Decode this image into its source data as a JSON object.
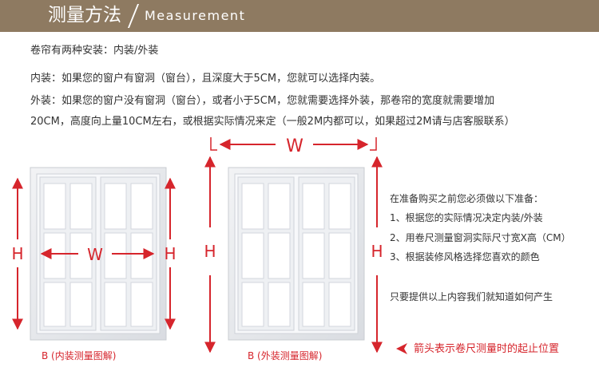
{
  "banner": {
    "title_zh": "测量方法",
    "title_en": "Measurement"
  },
  "intro": {
    "line1": "卷帘有两种安装：内装/外装",
    "line2": "内装：如果您的窗户有窗洞（窗台），且深度大于5CM，您就可以选择内装。",
    "line3": "外装：如果您的窗户没有窗洞（窗台），或者小于5CM，您就需要选择外装，那卷帘的宽度就需要增加",
    "line4": "20CM，高度向上量10CM左右，或根据实际情况来定（一般2M内都可以，如果超过2M请与店客服联系）"
  },
  "diagram_left": {
    "h_left": "H",
    "w": "W",
    "h_right": "H",
    "caption": "B (内装测量图解)"
  },
  "diagram_right": {
    "w_top": "W",
    "h_left": "H",
    "h_right": "H",
    "caption": "B (外装测量图解)"
  },
  "steps": {
    "heading": "在准备购买之前您必须做以下准备：",
    "step1": "1、根据您的实际情况决定内装/外装",
    "step2": "2、用卷尺测量窗洞实际尺寸宽X高（CM）",
    "step3": "3、根据装修风格选择您喜欢的颜色",
    "note": "只要提供以上内容我们就知道如何产生"
  },
  "legend": {
    "text": "箭头表示卷尺测量时的起止位置"
  },
  "colors": {
    "banner": "#8e7a61",
    "accent_red": "#d6252c",
    "frame": "#e8eaed",
    "glass": "#ffffff"
  }
}
